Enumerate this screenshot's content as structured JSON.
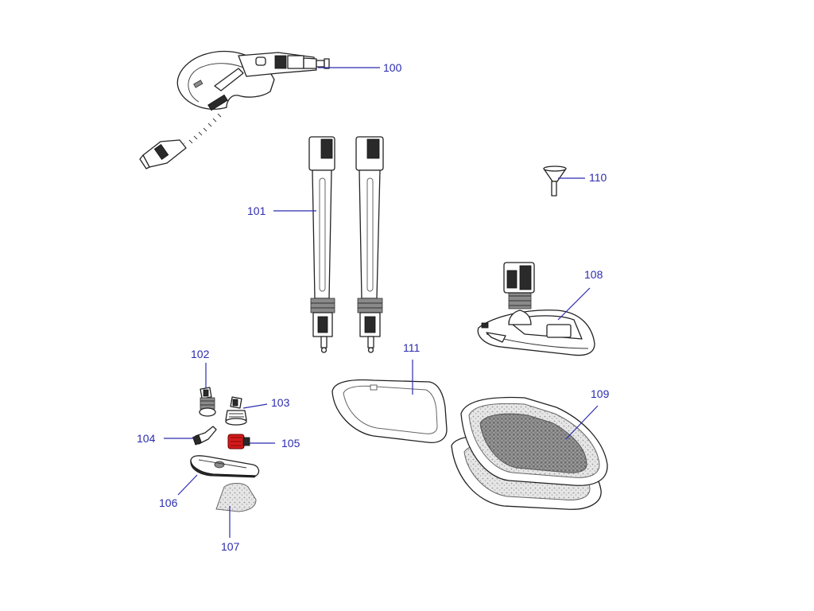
{
  "parts": [
    {
      "id": "hose-handle",
      "label": "100"
    },
    {
      "id": "extension-tubes",
      "label": "101"
    },
    {
      "id": "angled-nozzle",
      "label": "102"
    },
    {
      "id": "round-brush",
      "label": "103"
    },
    {
      "id": "jet-nozzle",
      "label": "104"
    },
    {
      "id": "red-brush",
      "label": "105"
    },
    {
      "id": "window-tool",
      "label": "106"
    },
    {
      "id": "small-cloth",
      "label": "107"
    },
    {
      "id": "floor-head",
      "label": "108"
    },
    {
      "id": "floor-cloths",
      "label": "109"
    },
    {
      "id": "funnel",
      "label": "110"
    },
    {
      "id": "carpet-glider",
      "label": "111"
    }
  ],
  "highlight_color": "#d41a1a",
  "label_color": "#2b2bb0"
}
